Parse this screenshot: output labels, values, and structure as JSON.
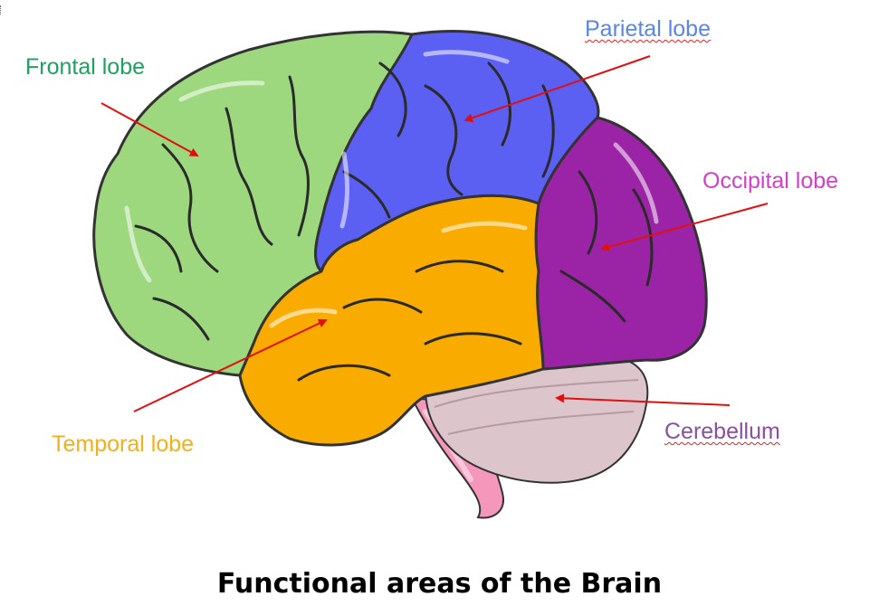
{
  "title": "Functional areas of the Brain",
  "labels": {
    "frontal": "Frontal lobe",
    "parietal": "Parietal lobe",
    "occipital": "Occipital lobe",
    "temporal": "Temporal lobe",
    "cerebellum": "Cerebellum"
  },
  "colors": {
    "frontal_label": "#20a060",
    "parietal_label": "#5b86e5",
    "occipital_label": "#d040c8",
    "temporal_label": "#f0b020",
    "cerebellum_label": "#8a4f9e",
    "frontal_fill": "#9dd77e",
    "parietal_fill": "#5b5ff2",
    "occipital_fill": "#9b24a6",
    "temporal_fill": "#f9ab00",
    "cerebellum_fill": "#dcc6cc",
    "brainstem_fill": "#f597ba",
    "arrow": "#e01010"
  }
}
